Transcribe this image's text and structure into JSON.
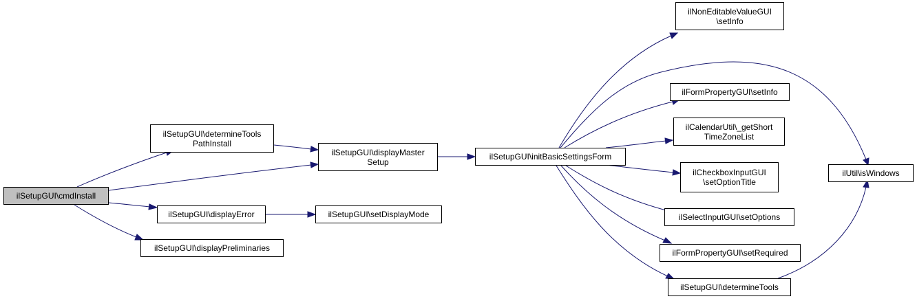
{
  "graph": {
    "root": "cmdInstall",
    "nodes": [
      {
        "id": "cmdInstall",
        "label": "ilSetupGUI\\cmdInstall",
        "root": true
      },
      {
        "id": "determineToolsPathInstall",
        "label": "ilSetupGUI\\determineTools\nPathInstall"
      },
      {
        "id": "displayError",
        "label": "ilSetupGUI\\displayError"
      },
      {
        "id": "displayPreliminaries",
        "label": "ilSetupGUI\\displayPreliminaries"
      },
      {
        "id": "displayMasterSetup",
        "label": "ilSetupGUI\\displayMaster\nSetup"
      },
      {
        "id": "setDisplayMode",
        "label": "ilSetupGUI\\setDisplayMode"
      },
      {
        "id": "initBasicSettingsForm",
        "label": "ilSetupGUI\\initBasicSettingsForm"
      },
      {
        "id": "nonEditableSetInfo",
        "label": "ilNonEditableValueGUI\n\\setInfo"
      },
      {
        "id": "formPropertySetInfo",
        "label": "ilFormPropertyGUI\\setInfo"
      },
      {
        "id": "getShortTimeZoneList",
        "label": "ilCalendarUtil\\_getShort\nTimeZoneList"
      },
      {
        "id": "setOptionTitle",
        "label": "ilCheckboxInputGUI\n\\setOptionTitle"
      },
      {
        "id": "setOptions",
        "label": "ilSelectInputGUI\\setOptions"
      },
      {
        "id": "setRequired",
        "label": "ilFormPropertyGUI\\setRequired"
      },
      {
        "id": "determineTools",
        "label": "ilSetupGUI\\determineTools"
      },
      {
        "id": "isWindows",
        "label": "ilUtil\\isWindows"
      }
    ],
    "edges": [
      {
        "from": "cmdInstall",
        "to": "determineToolsPathInstall"
      },
      {
        "from": "cmdInstall",
        "to": "displayMasterSetup"
      },
      {
        "from": "cmdInstall",
        "to": "displayError"
      },
      {
        "from": "cmdInstall",
        "to": "displayPreliminaries"
      },
      {
        "from": "determineToolsPathInstall",
        "to": "displayMasterSetup"
      },
      {
        "from": "displayError",
        "to": "setDisplayMode"
      },
      {
        "from": "displayMasterSetup",
        "to": "initBasicSettingsForm"
      },
      {
        "from": "initBasicSettingsForm",
        "to": "nonEditableSetInfo"
      },
      {
        "from": "initBasicSettingsForm",
        "to": "isWindows"
      },
      {
        "from": "initBasicSettingsForm",
        "to": "formPropertySetInfo"
      },
      {
        "from": "initBasicSettingsForm",
        "to": "getShortTimeZoneList"
      },
      {
        "from": "initBasicSettingsForm",
        "to": "setOptionTitle"
      },
      {
        "from": "initBasicSettingsForm",
        "to": "setOptions"
      },
      {
        "from": "initBasicSettingsForm",
        "to": "setRequired"
      },
      {
        "from": "initBasicSettingsForm",
        "to": "determineTools"
      },
      {
        "from": "determineTools",
        "to": "isWindows"
      }
    ],
    "colors": {
      "edge": "#191970",
      "root_fill": "#bfbfbf",
      "node_fill": "#ffffff",
      "border": "#000000"
    }
  }
}
